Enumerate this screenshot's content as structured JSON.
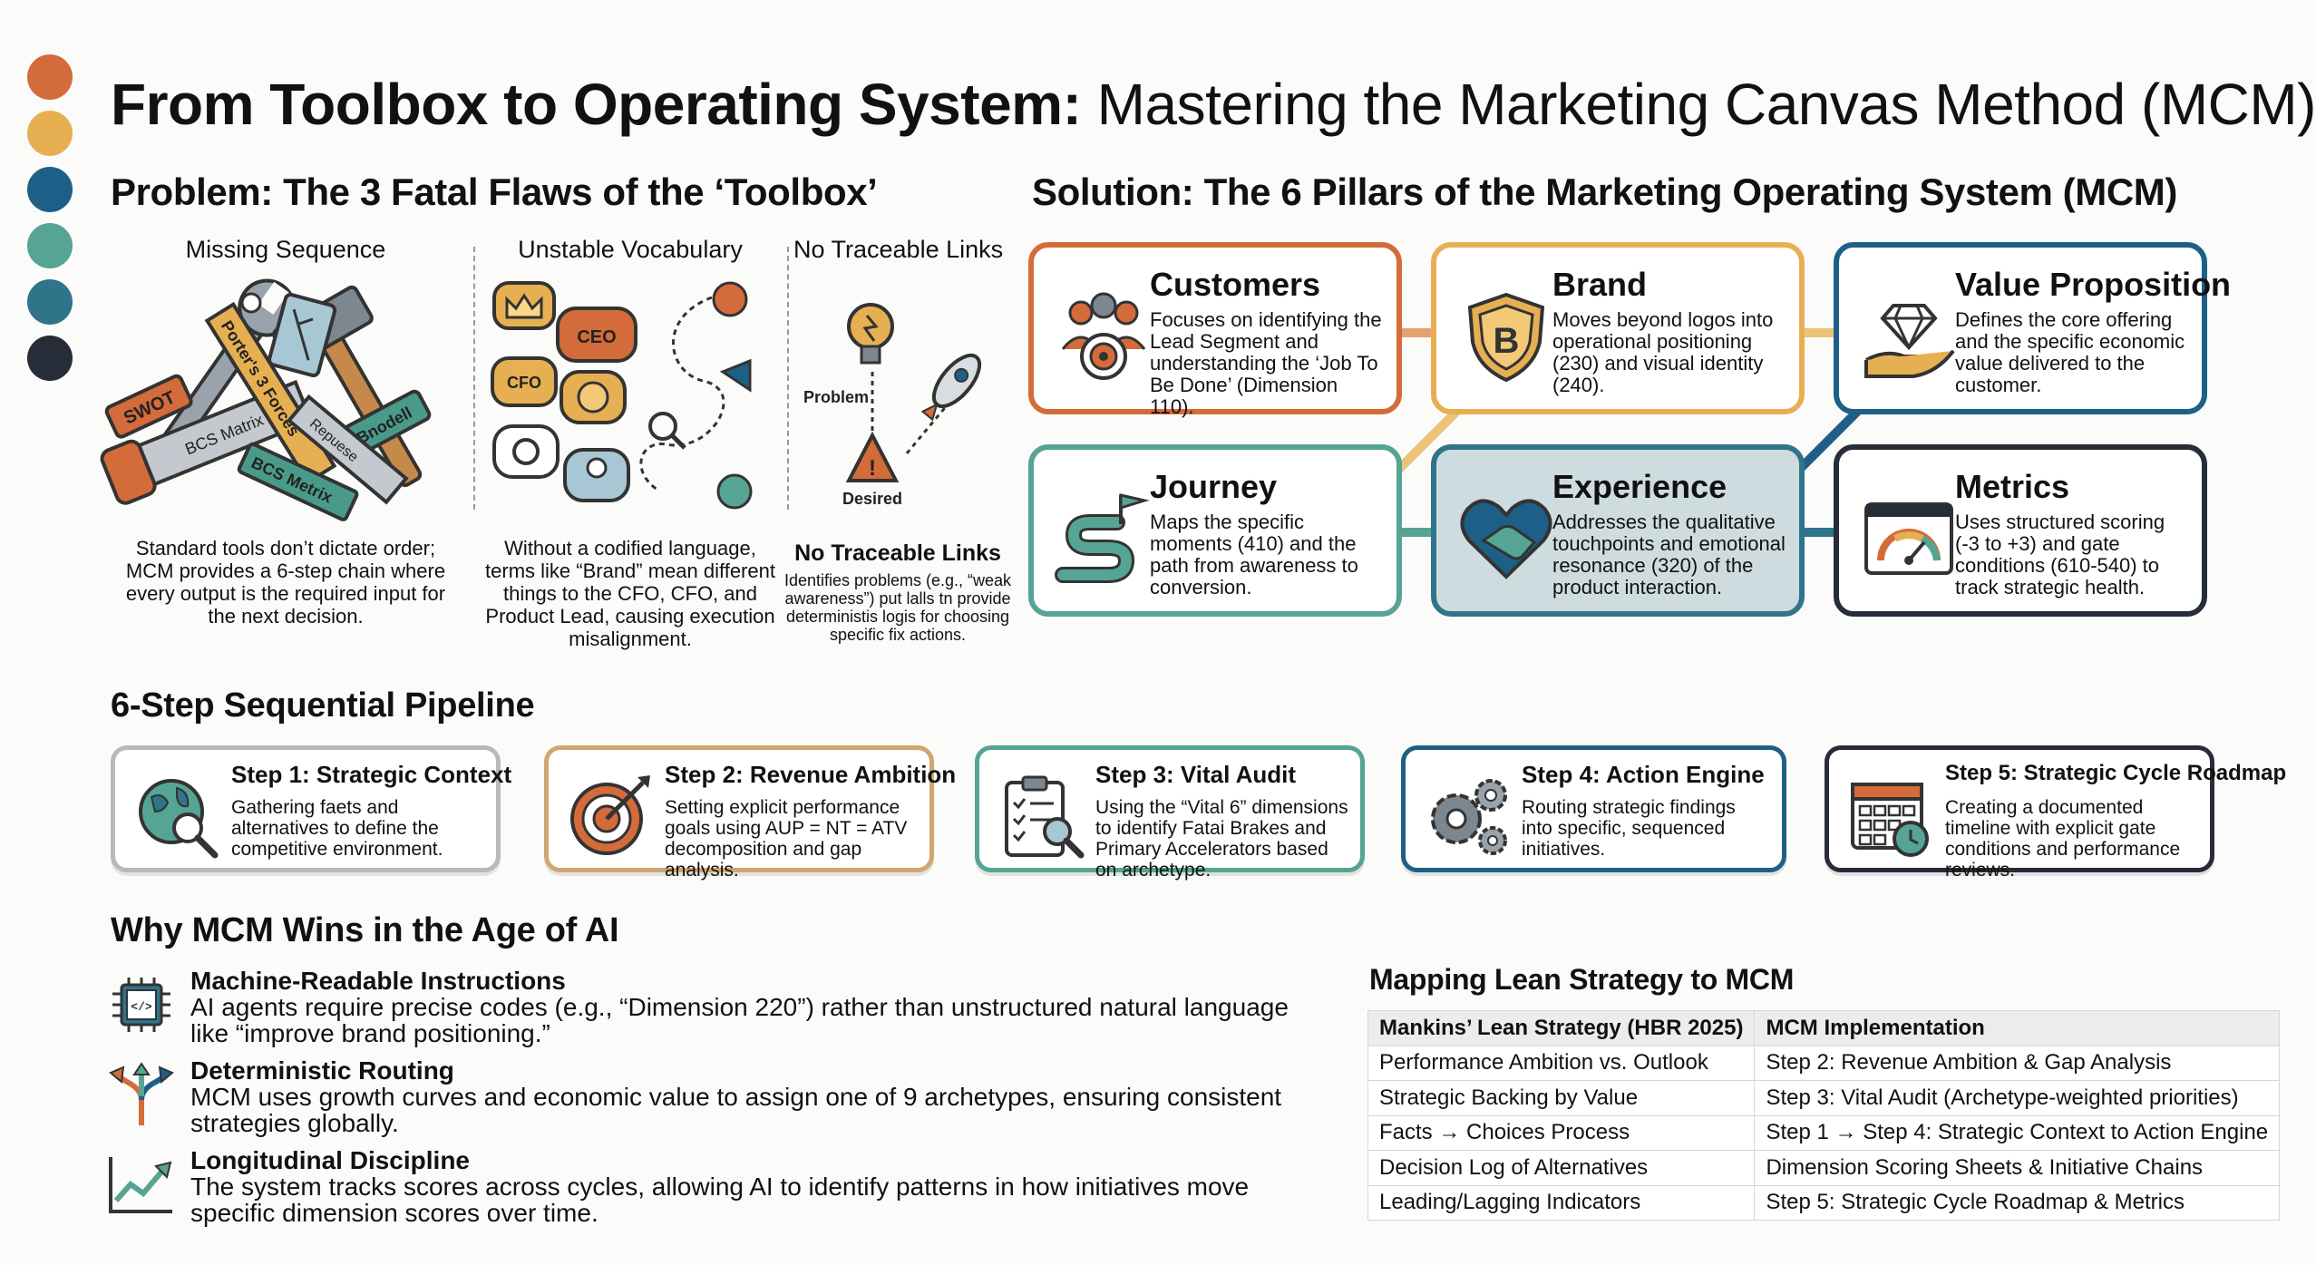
{
  "palette": [
    "#d36b3a",
    "#e6b052",
    "#1e5f88",
    "#56a494",
    "#2f7488",
    "#262d38"
  ],
  "title": {
    "bold": "From Toolbox to Operating System:",
    "rest": " Mastering the Marketing Canvas Method (MCM)"
  },
  "problem": {
    "heading": "Problem: The 3 Fatal Flaws of the ‘Toolbox’",
    "flaws": [
      {
        "title": "Missing Sequence",
        "tool_labels": [
          "SWOT",
          "BCS Matrix",
          "Porter's 3 Forces",
          "Repuese",
          "Bnodell",
          "BCS Metrix"
        ],
        "desc": "Standard tools don’t dictate order; MCM provides a 6-step chain where every output is the required input for the next decision."
      },
      {
        "title": "Unstable Vocabulary",
        "bubble_labels": [
          "CEO",
          "CFO"
        ],
        "desc": "Without a codified language, terms like “Brand” mean different things to the CFO, CFO, and Product Lead, causing execution misalignment."
      },
      {
        "title": "No Traceable Links",
        "diagram_labels": [
          "Problem",
          "Desired"
        ],
        "subtitle": "No Traceable Links",
        "desc": "Identifies problems (e.g., “weak awareness”) put lalls tn provide deterministis logis for choosing specific fix actions."
      }
    ]
  },
  "solution": {
    "heading": "Solution: The 6 Pillars of the Marketing Operating System (MCM)",
    "pillars": [
      {
        "title": "Customers",
        "desc": "Focuses on identifying the Lead Segment and understanding the ‘Job To Be Done’ (Dimension 110).",
        "color": "#d36b3a",
        "icon": "customers-target-icon"
      },
      {
        "title": "Brand",
        "desc": "Moves beyond logos into operational positioning (230) and visual identity (240).",
        "color": "#e6b052",
        "icon": "brand-shield-icon"
      },
      {
        "title": "Value Proposition",
        "desc": "Defines the core offering and the specific economic value delivered to the customer.",
        "color": "#1e5f88",
        "icon": "diamond-hand-icon"
      },
      {
        "title": "Journey",
        "desc": "Maps the specific moments (410) and the path from awareness to conversion.",
        "color": "#56a494",
        "icon": "winding-path-icon"
      },
      {
        "title": "Experience",
        "desc": "Addresses the qualitative touchpoints and emotional resonance (320) of the product interaction.",
        "color": "#2f7488",
        "icon": "heart-handshake-icon"
      },
      {
        "title": "Metrics",
        "desc": "Uses structured scoring (-3 to +3) and gate conditions (610-540) to track strategic health.",
        "color": "#262d38",
        "icon": "gauge-dashboard-icon"
      }
    ]
  },
  "pipeline": {
    "heading": "6-Step Sequential Pipeline",
    "steps": [
      {
        "title": "Step 1: Strategic Context",
        "desc": "Gathering faets and alternatives to define the competitive environment.",
        "color": "#b9b9b9",
        "icon": "globe-magnifier-icon"
      },
      {
        "title": "Step 2: Revenue Ambition",
        "desc": "Setting explicit performance goals using AUP = NT = ATV decomposition and gap analysis.",
        "color": "#cfa870",
        "icon": "target-arrow-icon"
      },
      {
        "title": "Step 3: Vital Audit",
        "desc": "Using the “Vital 6” dimensions to identify Fatai Brakes and Primary Accelerators based on archetype.",
        "color": "#56a494",
        "icon": "checklist-magnifier-icon"
      },
      {
        "title": "Step 4: Action Engine",
        "desc": "Routing strategic findings into specific, sequenced initiatives.",
        "color": "#1e5f88",
        "icon": "gears-icon"
      },
      {
        "title": "Step 5: Strategic Cycle Roadmap",
        "desc": "Creating a documented timeline with explicit gate conditions and performance reviews.",
        "color": "#262d38",
        "icon": "calendar-clock-icon"
      }
    ]
  },
  "why": {
    "heading": "Why MCM Wins in the Age of AI",
    "items": [
      {
        "title": "Machine-Readable Instructions",
        "desc": "AI agents require precise codes (e.g., “Dimension 220”) rather than unstructured natural language like “improve brand positioning.”",
        "icon": "chip-code-icon"
      },
      {
        "title": "Deterministic Routing",
        "desc": "MCM uses growth curves and economic value to assign one of 9 archetypes, ensuring consistent strategies globally.",
        "icon": "split-arrows-icon"
      },
      {
        "title": "Longitudinal Discipline",
        "desc": "The system tracks scores across cycles, allowing AI to identify patterns in how initiatives move specific dimension scores over time.",
        "icon": "trend-chart-icon"
      }
    ]
  },
  "mapping": {
    "heading": "Mapping Lean Strategy to MCM",
    "columns": [
      "Mankins’ Lean Strategy (HBR 2025)",
      "MCM Implementation"
    ],
    "rows": [
      [
        "Performance Ambition vs. Outlook",
        "Step 2: Revenue Ambition & Gap Analysis"
      ],
      [
        "Strategic Backing by Value",
        "Step 3: Vital Audit (Archetype-weighted priorities)"
      ],
      [
        "Facts → Choices Process",
        "Step 1 → Step 4: Strategic Context to Action Engine"
      ],
      [
        "Decision Log of Alternatives",
        "Dimension Scoring Sheets & Initiative Chains"
      ],
      [
        "Leading/Lagging Indicators",
        "Step 5: Strategic Cycle Roadmap & Metrics"
      ]
    ]
  }
}
